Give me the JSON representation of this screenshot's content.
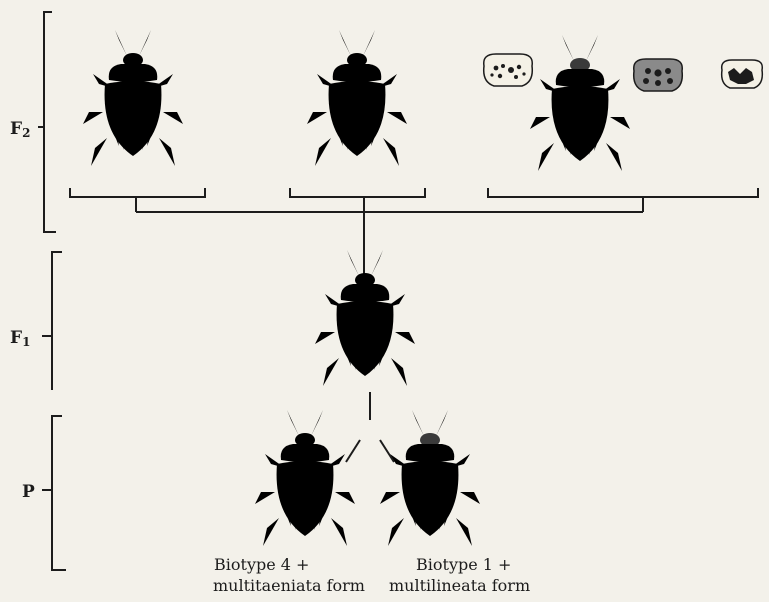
{
  "generations": {
    "f2": {
      "label_main": "F",
      "label_sub": "2"
    },
    "f1": {
      "label_main": "F",
      "label_sub": "1"
    },
    "p": {
      "label": "P"
    }
  },
  "parents": [
    {
      "caption_line1": "Biotype 4 +",
      "caption_line2": "multitaeniata form"
    },
    {
      "caption_line1": "Biotype 1 +",
      "caption_line2": "multilineata form"
    }
  ],
  "colors": {
    "ink": "#1c1c1c",
    "paper": "#f3f1ea"
  }
}
